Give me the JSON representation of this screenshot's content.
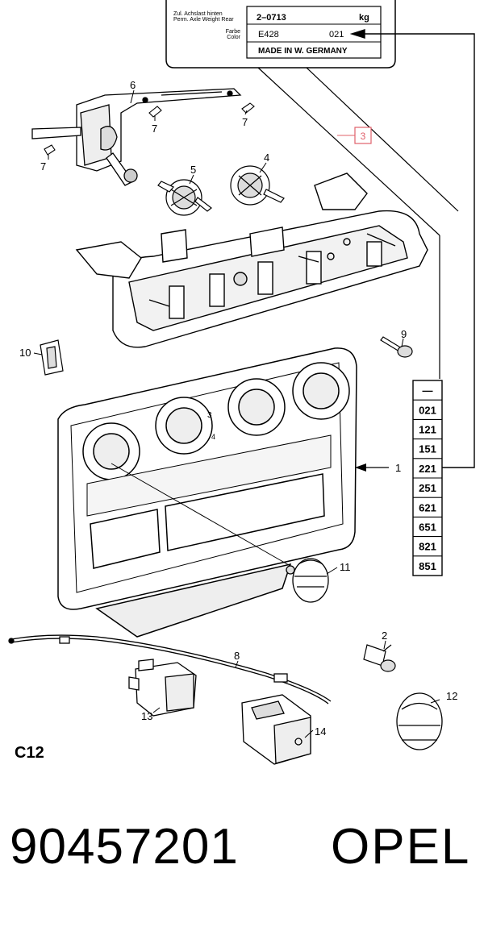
{
  "plate": {
    "axle_label_de": "Zul. Achslast hinten",
    "axle_label_en": "Perm. Axle Weight Rear",
    "axle_value": "2–0713",
    "axle_unit": "kg",
    "color_label_de": "Farbe",
    "color_label_en": "Color",
    "color_code": "E428",
    "color_variant": "021",
    "made_in": "MADE IN W. GERMANY"
  },
  "ref_box": "3",
  "callouts": {
    "p1": "1",
    "p2": "2",
    "p4": "4",
    "p5": "5",
    "p6": "6",
    "p7a": "7",
    "p7b": "7",
    "p7c": "7",
    "p8": "8",
    "p9": "9",
    "p10": "10",
    "p11": "11",
    "p12": "12",
    "p13": "13",
    "p14": "14"
  },
  "variant_codes": [
    "—",
    "021",
    "121",
    "151",
    "221",
    "251",
    "621",
    "651",
    "821",
    "851"
  ],
  "section_label": "C12",
  "part_number": "90457201",
  "brand": "OPEL"
}
